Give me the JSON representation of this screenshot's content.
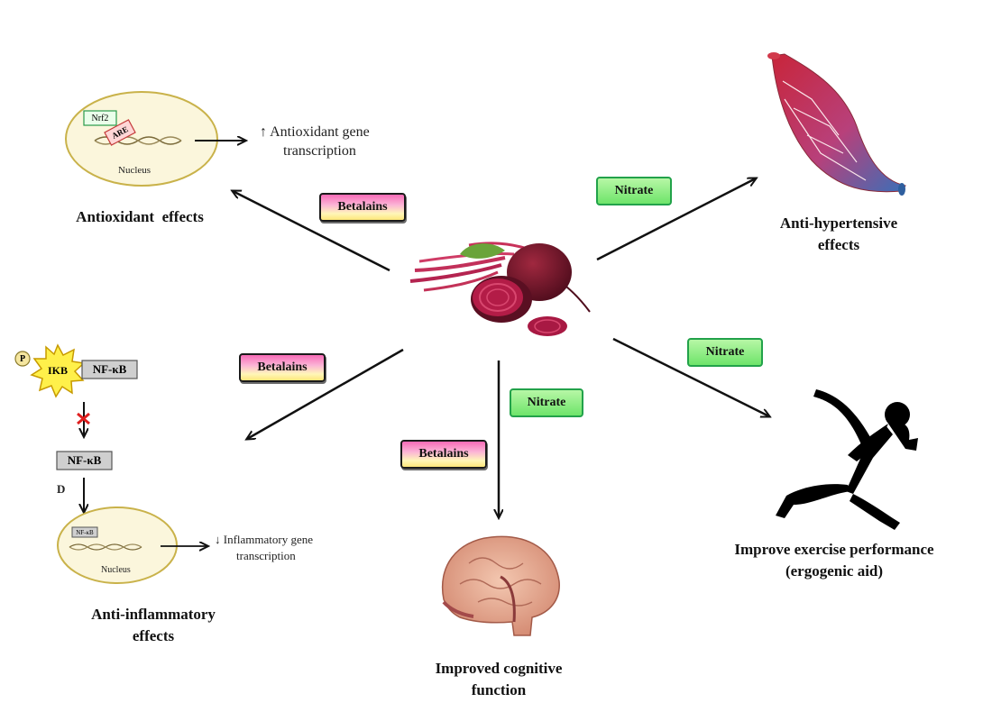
{
  "center_sources": {
    "betalains_label": "Betalains",
    "nitrate_label": "Nitrate"
  },
  "antioxidant": {
    "title": "Antioxidant  effects",
    "outcome_line1": "↑ Antioxidant gene",
    "outcome_line2": "transcription",
    "nrf2": "Nrf2",
    "are": "ARE",
    "nucleus": "Nucleus"
  },
  "anti_inflammatory": {
    "title_line1": "Anti-inflammatory",
    "title_line2": "effects",
    "p_label": "P",
    "ikb": "IKB",
    "nfkb_top": "NF-κB",
    "nfkb_mid": "NF-κB",
    "nfkb_small": "NF-κB",
    "d_label": "D",
    "outcome_line1": "↓ Inflammatory gene",
    "outcome_line2": "transcription",
    "nucleus": "Nucleus"
  },
  "anti_hypertensive": {
    "title_line1": "Anti-hypertensive",
    "title_line2": "effects"
  },
  "exercise": {
    "title_line1": "Improve exercise performance",
    "title_line2": "(ergogenic aid)"
  },
  "cognitive": {
    "title_line1": "Improved cognitive",
    "title_line2": "function"
  },
  "colors": {
    "betalains_fill": "#f9a7d0",
    "nitrate_fill": "#7be87a",
    "nitrate_border": "#22a24a",
    "nucleus_fill": "#fbf6dc",
    "nucleus_border": "#c9b24a",
    "beet": "#7a1430",
    "vessel_red": "#c8253a",
    "vessel_blue": "#3a6fb8",
    "runner": "#000000"
  }
}
